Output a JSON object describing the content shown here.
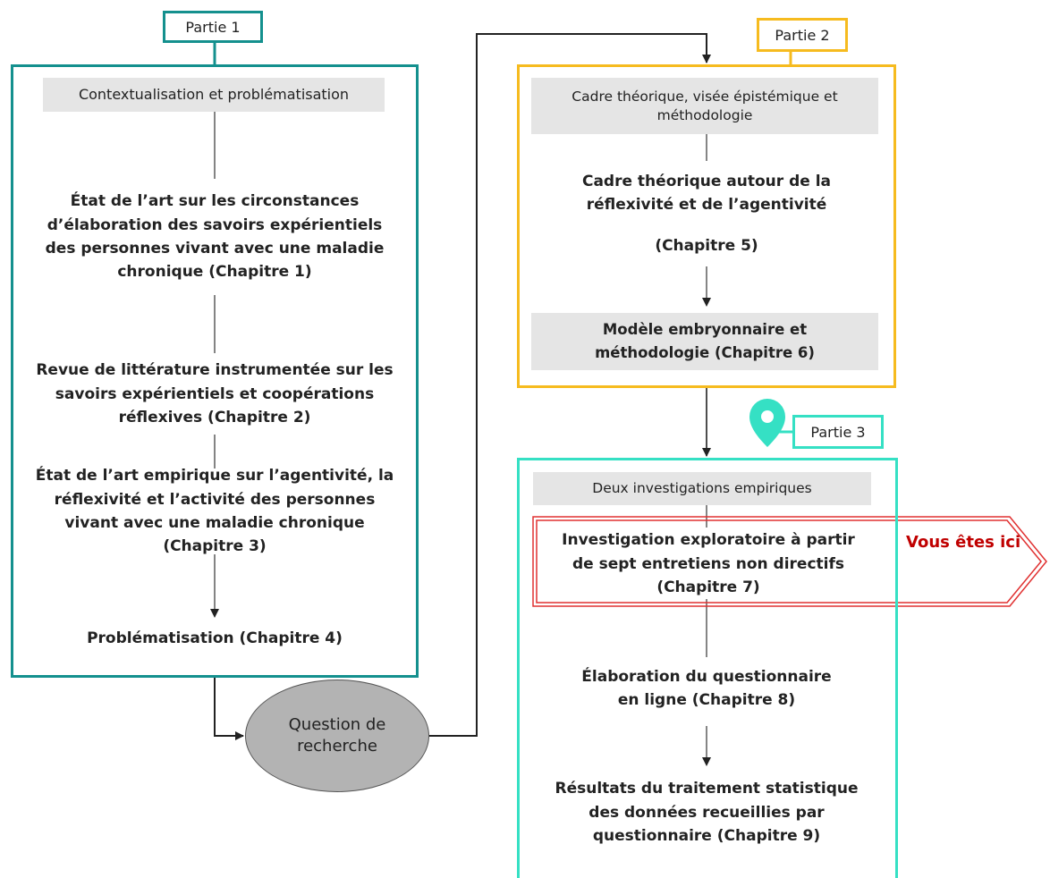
{
  "parts": [
    {
      "label": "Partie 1",
      "color": "#14908e"
    },
    {
      "label": "Partie 2",
      "color": "#f6bb1f"
    },
    {
      "label": "Partie 3",
      "color": "#35e0c4"
    }
  ],
  "part1": {
    "header": "Contextualisation et problématisation",
    "steps": [
      "État de l’art sur les circonstances d’élaboration des savoirs expérientiels des personnes vivant avec une maladie chronique (Chapitre 1)",
      "Revue de littérature instrumentée sur les savoirs expérientiels et coopérations réflexives (Chapitre 2)",
      "État de l’art empirique sur l’agentivité, la réflexivité et l’activité des personnes vivant avec une maladie chronique (Chapitre 3)",
      "Problématisation (Chapitre 4)"
    ]
  },
  "question": "Question de recherche",
  "part2": {
    "header": "Cadre théorique, visée épistémique et méthodologie",
    "step1": "Cadre théorique autour de la réflexivité et de l’agentivité",
    "step1_chapter": "(Chapitre 5)",
    "step2": "Modèle embryonnaire et méthodologie (Chapitre 6)"
  },
  "part3": {
    "header": "Deux investigations empiriques",
    "steps": [
      "Investigation exploratoire à partir de sept entretiens non directifs (Chapitre 7)",
      "Élaboration du questionnaire en ligne (Chapitre 8)",
      "Résultats du traitement statistique des données recueillies par questionnaire (Chapitre 9)"
    ]
  },
  "marker": {
    "text": "Vous êtes ici",
    "color": "#c00000",
    "icon": "location-pin-icon"
  }
}
